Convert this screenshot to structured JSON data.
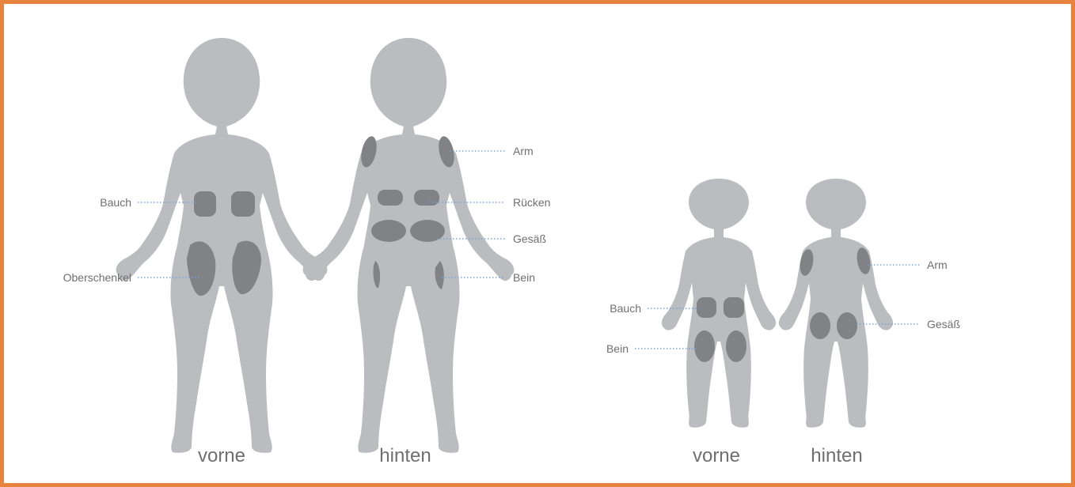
{
  "colors": {
    "border": "#e8823f",
    "body_silhouette": "#bbbcbf",
    "injection_zone": "#818285",
    "leader_line": "#6fa3d8",
    "text": "#6f6f6f"
  },
  "adult": {
    "front_caption": "vorne",
    "back_caption": "hinten",
    "front_labels": {
      "bauch": "Bauch",
      "oberschenkel": "Oberschenkel"
    },
    "back_labels": {
      "arm": "Arm",
      "ruecken": "Rücken",
      "gesaess": "Gesäß",
      "bein": "Bein"
    }
  },
  "child": {
    "front_caption": "vorne",
    "back_caption": "hinten",
    "front_labels": {
      "bauch": "Bauch",
      "bein": "Bein"
    },
    "back_labels": {
      "arm": "Arm",
      "gesaess": "Gesäß"
    }
  }
}
